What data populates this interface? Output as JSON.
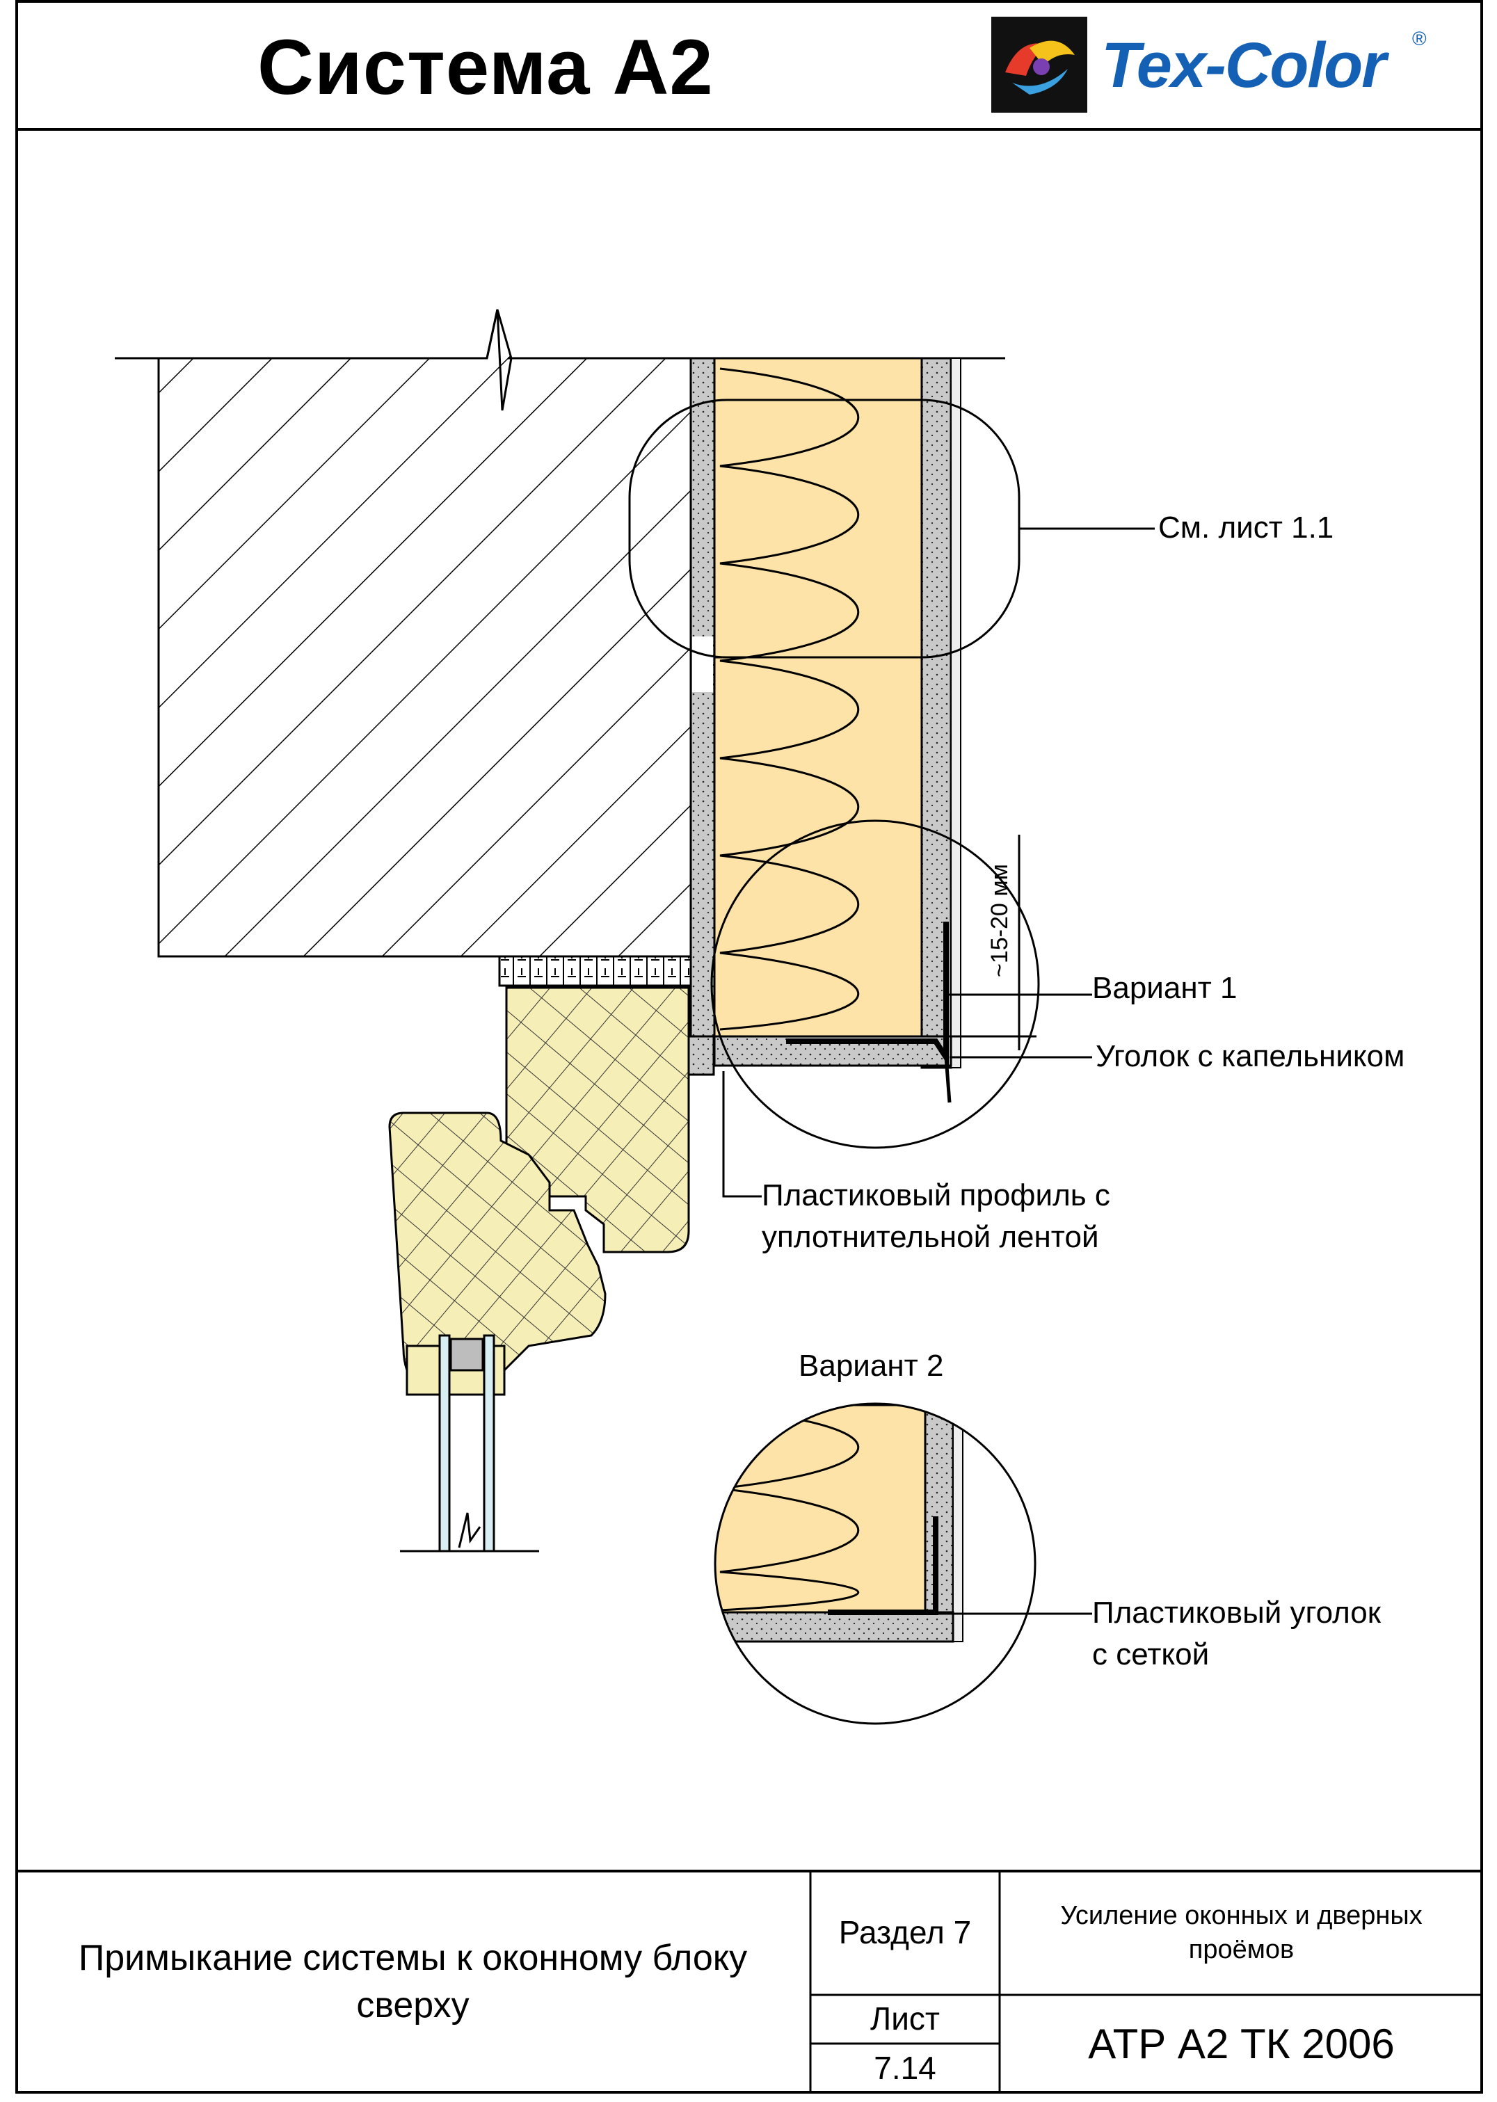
{
  "header": {
    "title": "Система A2",
    "logo_text": "Tex-Color",
    "logo_reg": "®"
  },
  "annotations": {
    "see_sheet": "См. лист 1.1",
    "variant1": "Вариант 1",
    "drip_corner": "Уголок с капельником",
    "plastic_profile_line1": "Пластиковый профиль с",
    "plastic_profile_line2": "уплотнительной лентой",
    "variant2": "Вариант 2",
    "plastic_corner_line1": "Пластиковый уголок",
    "plastic_corner_line2": "с сеткой",
    "dimension": "~15-20 мм"
  },
  "title_block": {
    "description_line1": "Примыкание системы к оконному блоку",
    "description_line2": "сверху",
    "section": "Раздел 7",
    "topic_line1": "Усиление оконных и дверных",
    "topic_line2": "проёмов",
    "sheet_label": "Лист",
    "sheet_number": "7.14",
    "code": "АТР А2 ТК 2006"
  },
  "colors": {
    "insulation": "#fde3a7",
    "frame": "#f5eeb6",
    "plaster": "#c9c9c9",
    "glass": "#d9eef3",
    "logo_blue": "#1460b4"
  }
}
